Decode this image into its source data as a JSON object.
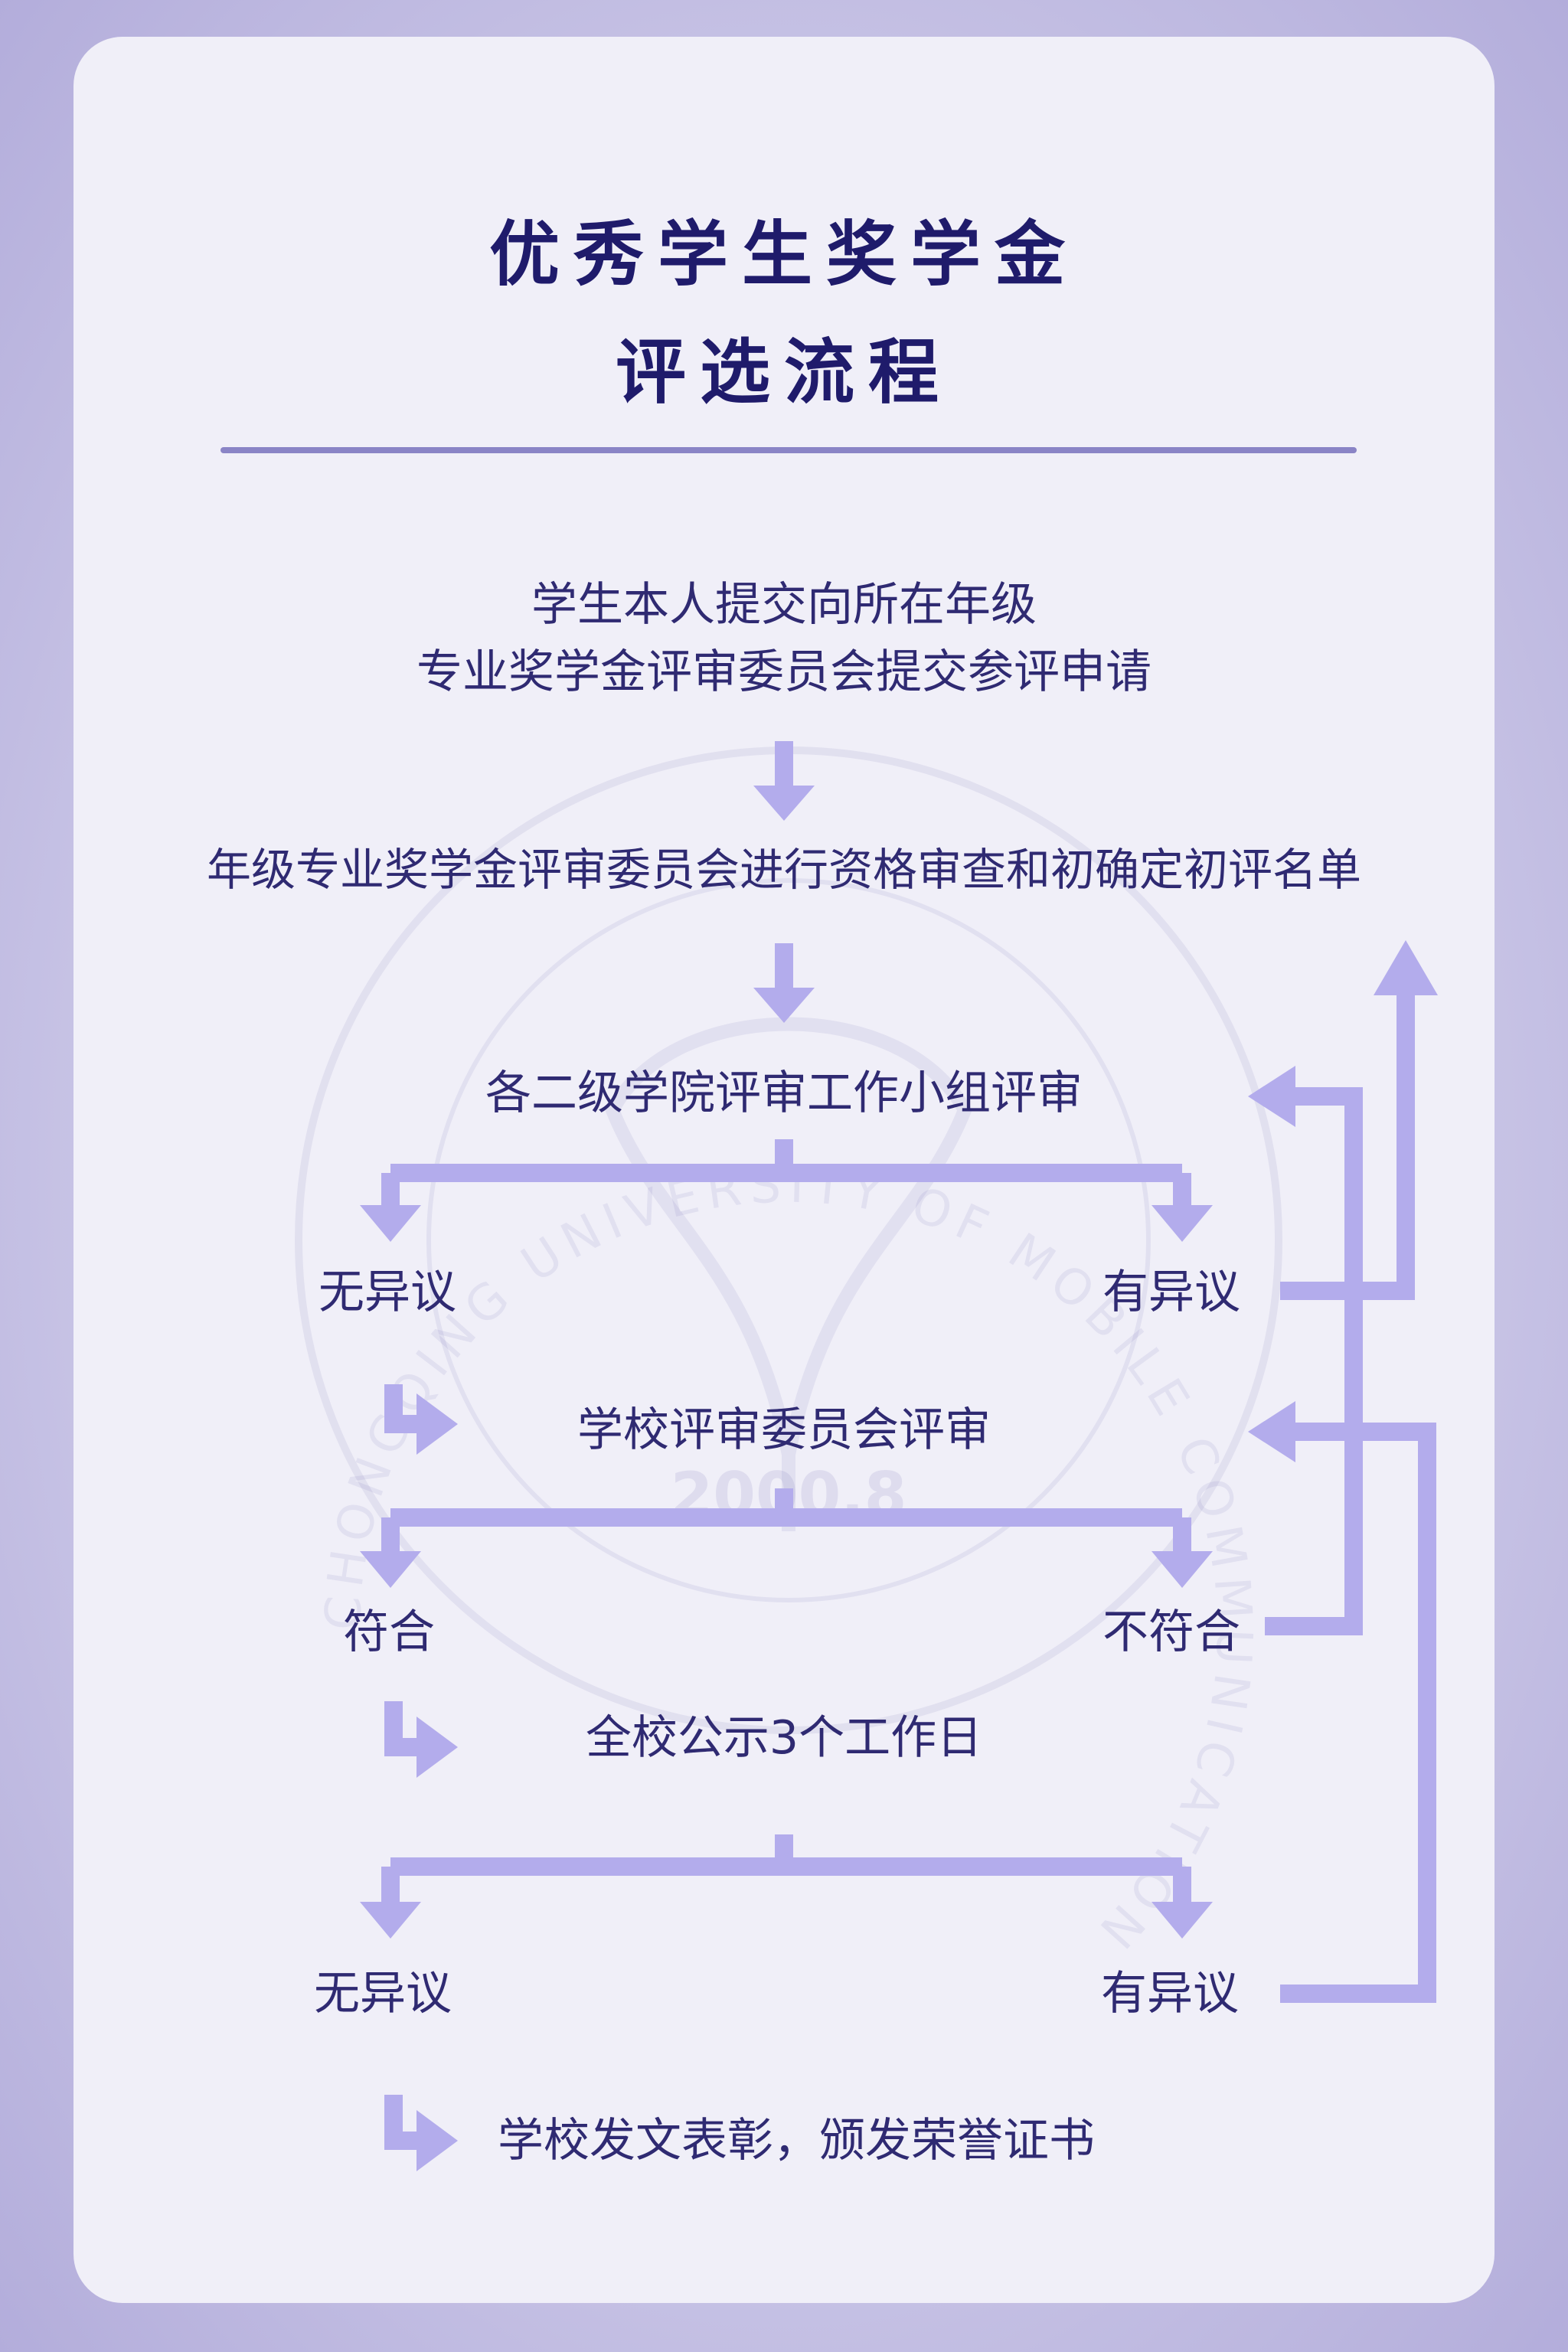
{
  "title": {
    "line1": "优秀学生奖学金",
    "line2": "评选流程"
  },
  "steps": {
    "s1_line1": "学生本人提交向所在年级",
    "s1_line2": "专业奖学金评审委员会提交参评申请",
    "s2": "年级专业奖学金评审委员会进行资格审查和初确定初评名单",
    "s3": "各二级学院评审工作小组评审",
    "s3_left": "无异议",
    "s3_right": "有异议",
    "s4": "学校评审委员会评审",
    "s4_left": "符合",
    "s4_right": "不符合",
    "s5": "全校公示3个工作日",
    "s5_left": "无异议",
    "s5_right": "有异议",
    "s6": "学校发文表彰，颁发荣誉证书"
  },
  "watermark": {
    "year": "2000.8",
    "ring_text": "CHONGQING UNIVERSITY OF MOBILE COMMUNICATION"
  },
  "colors": {
    "title": "#1f1b6b",
    "text": "#2f2a72",
    "arrow": "#b3acec",
    "rule": "#8a84c6"
  }
}
